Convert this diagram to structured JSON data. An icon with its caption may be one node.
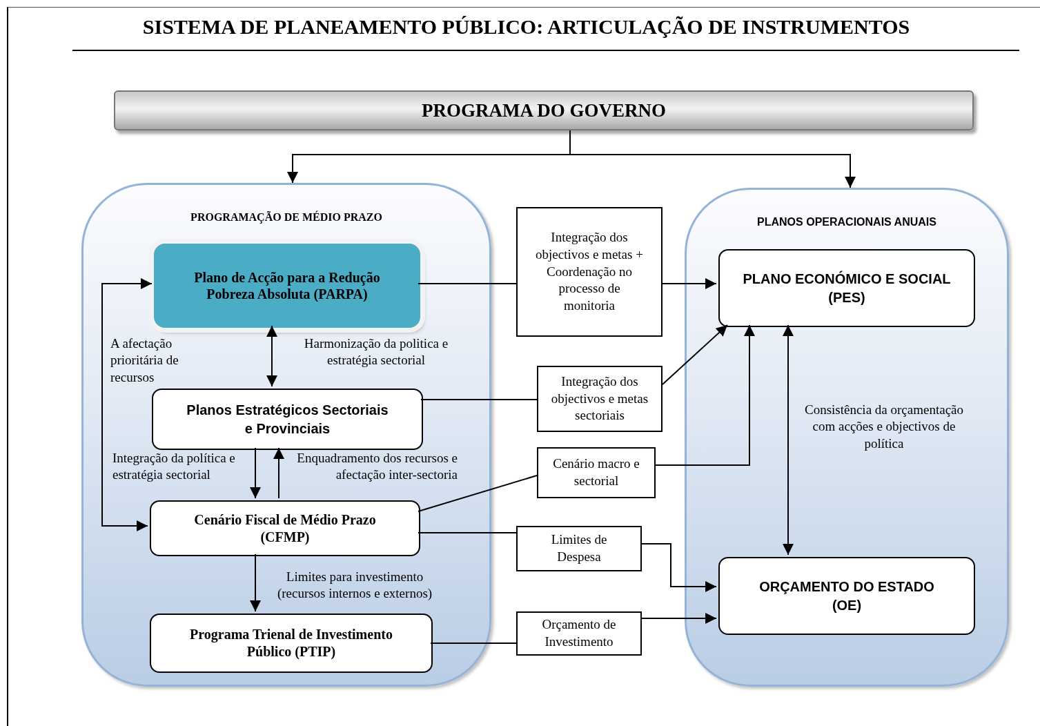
{
  "diagram": {
    "title": "SISTEMA DE PLANEAMENTO PÚBLICO: ARTICULAÇÃO DE INSTRUMENTOS",
    "nodes": [
      {
        "text": [
          "PROGRAMA DO GOVERNO"
        ]
      },
      {
        "text": [
          "PROGRAMAÇÃO DE MÉDIO PRAZO"
        ]
      },
      {
        "text": [
          "Plano de Acção para a Redução Pobreza Absoluta (PARPA)"
        ],
        "in": 1
      },
      {
        "text": [
          "Planos Estratégicos Sectoriais e Provinciais"
        ],
        "in": 1
      },
      {
        "text": [
          "Cenário Fiscal de Médio Prazo (CFMP)"
        ],
        "in": 1
      },
      {
        "text": [
          "Programa Trienal de Investimento Público (PTIP)"
        ],
        "in": 1
      },
      {
        "text": [
          "Integração dos objectivos e metas + Coordenação no processo de monitoria"
        ]
      },
      {
        "text": [
          "Integração dos objectivos e metas sectoriais"
        ]
      },
      {
        "text": [
          "Cenário macro e sectorial"
        ]
      },
      {
        "text": [
          "Limites de Despesa"
        ]
      },
      {
        "text": [
          "Orçamento de Investimento"
        ]
      },
      {
        "text": [
          "PLANOS OPERACIONAIS ANUAIS"
        ]
      },
      {
        "text": [
          "PLANO ECONÓMICO E SOCIAL (PES)"
        ],
        "in": 11
      },
      {
        "text": [
          "ORÇAMENTO DO ESTADO (OE)"
        ],
        "in": 11
      }
    ],
    "edges": [
      {
        "from": 0,
        "to": 1,
        "arrow": "to"
      },
      {
        "from": 0,
        "to": 11,
        "arrow": "to"
      },
      {
        "from": 2,
        "to": 6,
        "arrow": "none"
      },
      {
        "from": 6,
        "to": 12,
        "arrow": "to"
      },
      {
        "from": 3,
        "to": 7,
        "arrow": "none"
      },
      {
        "from": 7,
        "to": 12,
        "arrow": "to"
      },
      {
        "from": 4,
        "to": 8,
        "arrow": "none"
      },
      {
        "from": 8,
        "to": 12,
        "arrow": "to"
      },
      {
        "from": 4,
        "to": 9,
        "arrow": "none"
      },
      {
        "from": 9,
        "to": 13,
        "arrow": "to"
      },
      {
        "from": 5,
        "to": 10,
        "arrow": "none"
      },
      {
        "from": 10,
        "to": 13,
        "arrow": "to"
      },
      {
        "from": 2,
        "to": 3,
        "arrow": "both",
        "label": "Harmonização da politica e estratégia sectorial"
      },
      {
        "from": 2,
        "to": 4,
        "arrow": "both",
        "label": "A afectação prioritária de recursos"
      },
      {
        "from": 3,
        "to": 4,
        "arrow": "to",
        "label": "Integração da política e estratégia sectorial"
      },
      {
        "from": 4,
        "to": 3,
        "arrow": "to",
        "label": "Enquadramento dos recursos e afectação inter-sectoria"
      },
      {
        "from": 4,
        "to": 5,
        "arrow": "to",
        "label": "Limites para investimento (recursos internos e externos)"
      },
      {
        "from": 12,
        "to": 13,
        "arrow": "both",
        "label": "Consistência da orçamentação com acções e objectivos de política"
      }
    ]
  }
}
